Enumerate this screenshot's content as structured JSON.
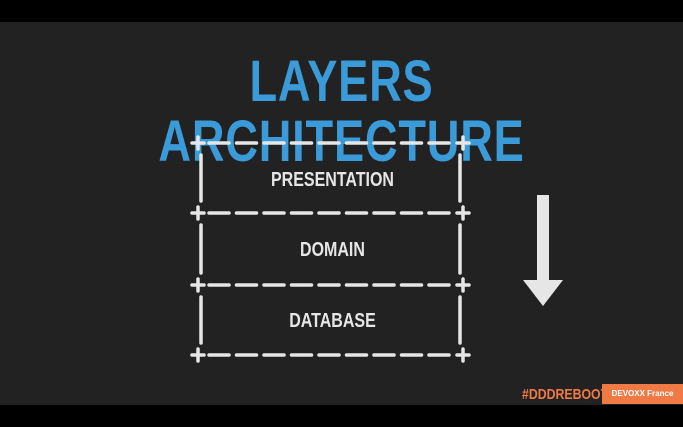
{
  "slide": {
    "title": "LAYERS ARCHITECTURE",
    "layers": [
      "PRESENTATION",
      "DOMAIN",
      "DATABASE"
    ],
    "arrow": "arrow-down-icon",
    "hashtag": "#DDDREBOOT",
    "event_badge": "DEVOXX France"
  },
  "colors": {
    "title": "#3b9ad8",
    "accent": "#ef7a45",
    "background": "#222222",
    "diagram": "#e6e6e6"
  }
}
